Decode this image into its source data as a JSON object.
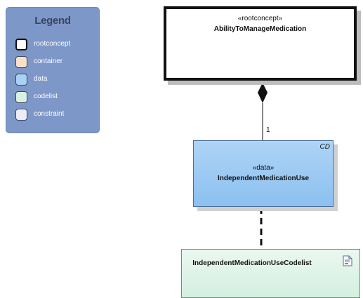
{
  "legend": {
    "title": "Legend",
    "items": [
      {
        "label": "rootconcept",
        "color": "#ffffff",
        "border": "#111111"
      },
      {
        "label": "container",
        "color": "#f8e1c8",
        "border": "#3a4560"
      },
      {
        "label": "data",
        "color": "#a9d0f5",
        "border": "#3a4560"
      },
      {
        "label": "codelist",
        "color": "#d8f1e3",
        "border": "#3a4560"
      },
      {
        "label": "constraint",
        "color": "#ececf8",
        "border": "#3a4560"
      }
    ]
  },
  "nodes": {
    "root": {
      "stereotype": "«rootconcept»",
      "name": "AbilityToManageMedication"
    },
    "data": {
      "stereotype": "«data»",
      "name": "IndependentMedicationUse",
      "tag": "CD"
    },
    "codelist": {
      "name": "IndependentMedicationUseCodelist",
      "icon": "document-icon"
    }
  },
  "connectors": {
    "composition": {
      "multiplicity": "1"
    }
  }
}
